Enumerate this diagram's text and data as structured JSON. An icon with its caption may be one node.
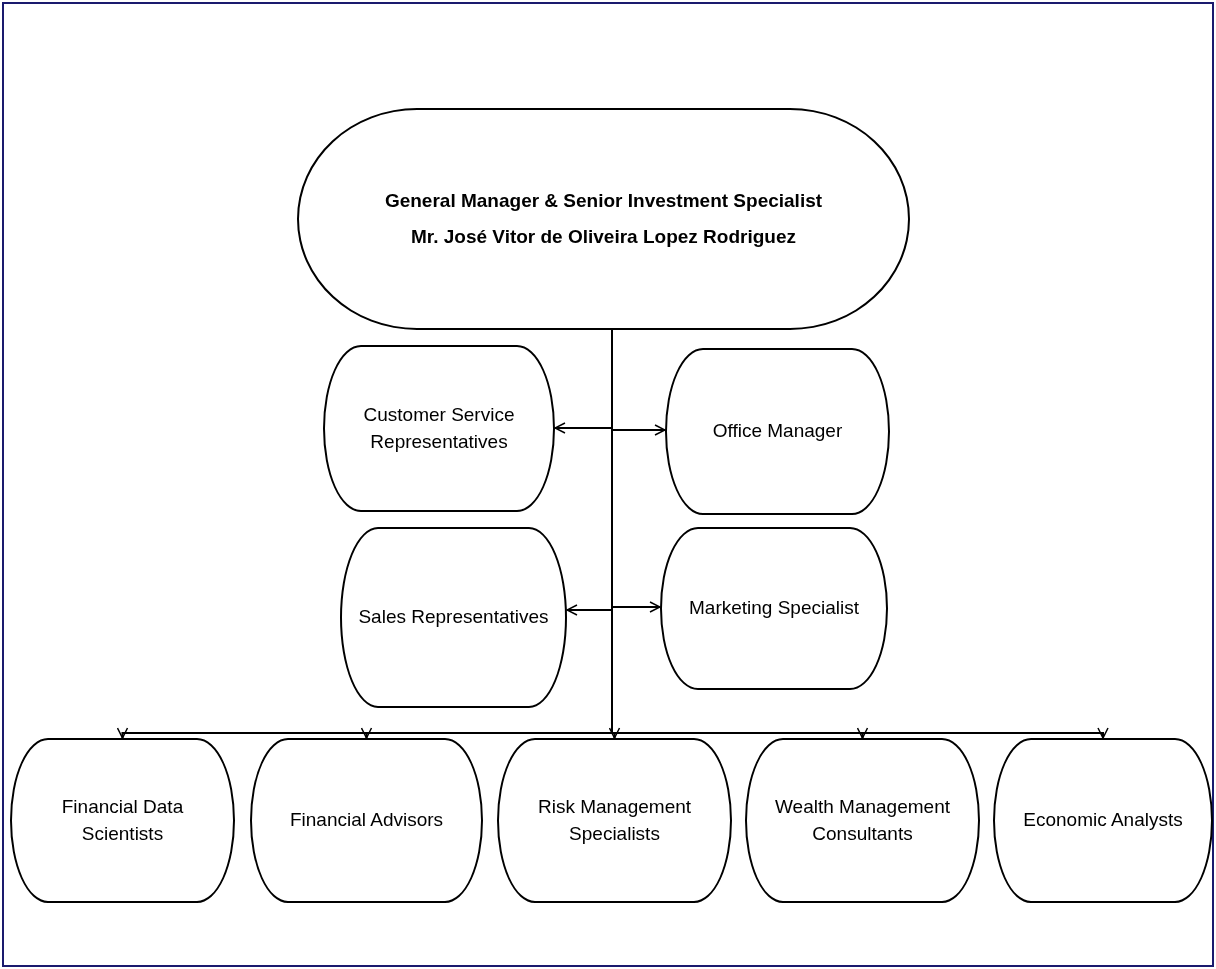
{
  "diagram": {
    "nodes": [
      {
        "text": [
          "General Manager & Senior Investment Specialist",
          "Mr. José Vitor de Oliveira Lopez Rodriguez"
        ]
      },
      {
        "text": [
          "Customer Service Representatives"
        ]
      },
      {
        "text": [
          "Office Manager"
        ]
      },
      {
        "text": [
          "Sales Representatives"
        ]
      },
      {
        "text": [
          "Marketing Specialist"
        ]
      },
      {
        "text": [
          "Financial Data Scientists"
        ]
      },
      {
        "text": [
          "Financial Advisors"
        ]
      },
      {
        "text": [
          "Risk Management Specialists"
        ]
      },
      {
        "text": [
          "Wealth Management Consultants"
        ]
      },
      {
        "text": [
          "Economic Analysts"
        ]
      }
    ],
    "edges": [
      {
        "from": 0,
        "to": 1,
        "arrow": "to"
      },
      {
        "from": 0,
        "to": 2,
        "arrow": "to"
      },
      {
        "from": 0,
        "to": 3,
        "arrow": "to"
      },
      {
        "from": 0,
        "to": 4,
        "arrow": "to"
      },
      {
        "from": 0,
        "to": 5,
        "arrow": "to"
      },
      {
        "from": 0,
        "to": 6,
        "arrow": "to"
      },
      {
        "from": 0,
        "to": 7,
        "arrow": "to"
      },
      {
        "from": 0,
        "to": 8,
        "arrow": "to"
      },
      {
        "from": 0,
        "to": 9,
        "arrow": "to"
      }
    ]
  }
}
